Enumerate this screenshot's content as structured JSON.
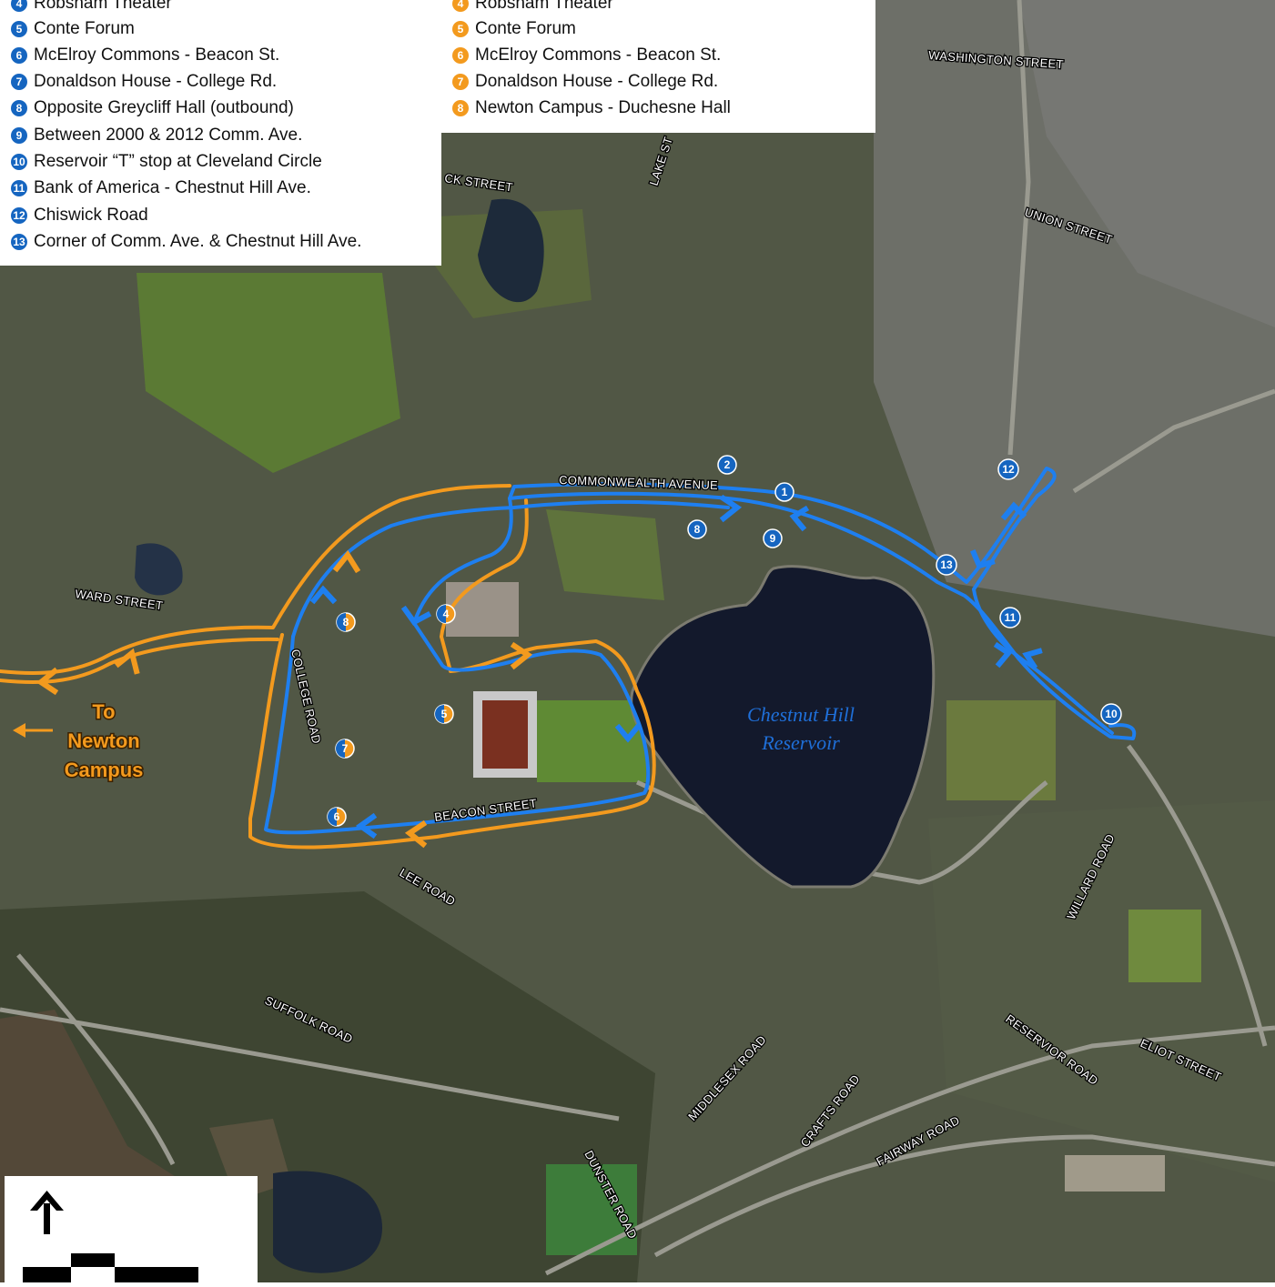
{
  "legend_left": {
    "items": [
      {
        "num": "4",
        "label": "Robsham Theater"
      },
      {
        "num": "5",
        "label": "Conte Forum"
      },
      {
        "num": "6",
        "label": "McElroy Commons - Beacon St."
      },
      {
        "num": "7",
        "label": "Donaldson House - College Rd."
      },
      {
        "num": "8",
        "label": "Opposite Greycliff Hall (outbound)"
      },
      {
        "num": "9",
        "label": "Between 2000 & 2012 Comm. Ave."
      },
      {
        "num": "10",
        "label": "Reservoir “T” stop at Cleveland Circle"
      },
      {
        "num": "11",
        "label": "Bank of America - Chestnut Hill Ave."
      },
      {
        "num": "12",
        "label": "Chiswick Road"
      },
      {
        "num": "13",
        "label": "Corner of Comm. Ave. & Chestnut Hill Ave."
      }
    ]
  },
  "legend_right": {
    "items": [
      {
        "num": "4",
        "label": "Robsham Theater"
      },
      {
        "num": "5",
        "label": "Conte Forum"
      },
      {
        "num": "6",
        "label": "McElroy Commons - Beacon St."
      },
      {
        "num": "7",
        "label": "Donaldson House - College Rd."
      },
      {
        "num": "8",
        "label": "Newton Campus - Duchesne Hall"
      }
    ]
  },
  "streets": {
    "washington": "WASHINGTON STREET",
    "union": "UNION STREET",
    "lake": "LAKE ST",
    "chiswick_partial": "CK STREET",
    "commonwealth": "COMMONWEALTH AVENUE",
    "ward": "WARD STREET",
    "college": "COLLEGE ROAD",
    "beacon": "BEACON STREET",
    "lee": "LEE ROAD",
    "suffolk": "SUFFOLK ROAD",
    "middlesex": "MIDDLESEX ROAD",
    "crafts": "CRAFTS ROAD",
    "fairway": "FAIRWAY ROAD",
    "dunster": "DUNSTER ROAD",
    "reservoir_rd": "RESERVIOR ROAD",
    "eliot": "ELIOT STREET",
    "willard": "WILLARD ROAD"
  },
  "reservoir": {
    "line1": "Chestnut Hill",
    "line2": "Reservoir"
  },
  "newton": {
    "line1": "To",
    "line2": "Newton",
    "line3": "Campus"
  },
  "blue_stops": {
    "s1": "1",
    "s2": "2",
    "s8": "8",
    "s9": "9",
    "s10": "10",
    "s11": "11",
    "s12": "12",
    "s13": "13"
  },
  "orange_stops": {
    "s4": "4",
    "s5": "5",
    "s6": "6",
    "s7": "7",
    "s8": "8"
  },
  "colors": {
    "blue_route": "#1e7ff0",
    "orange_route": "#f39a1e",
    "blue_stop": "#1565c0",
    "orange_stop": "#f39a1e"
  }
}
